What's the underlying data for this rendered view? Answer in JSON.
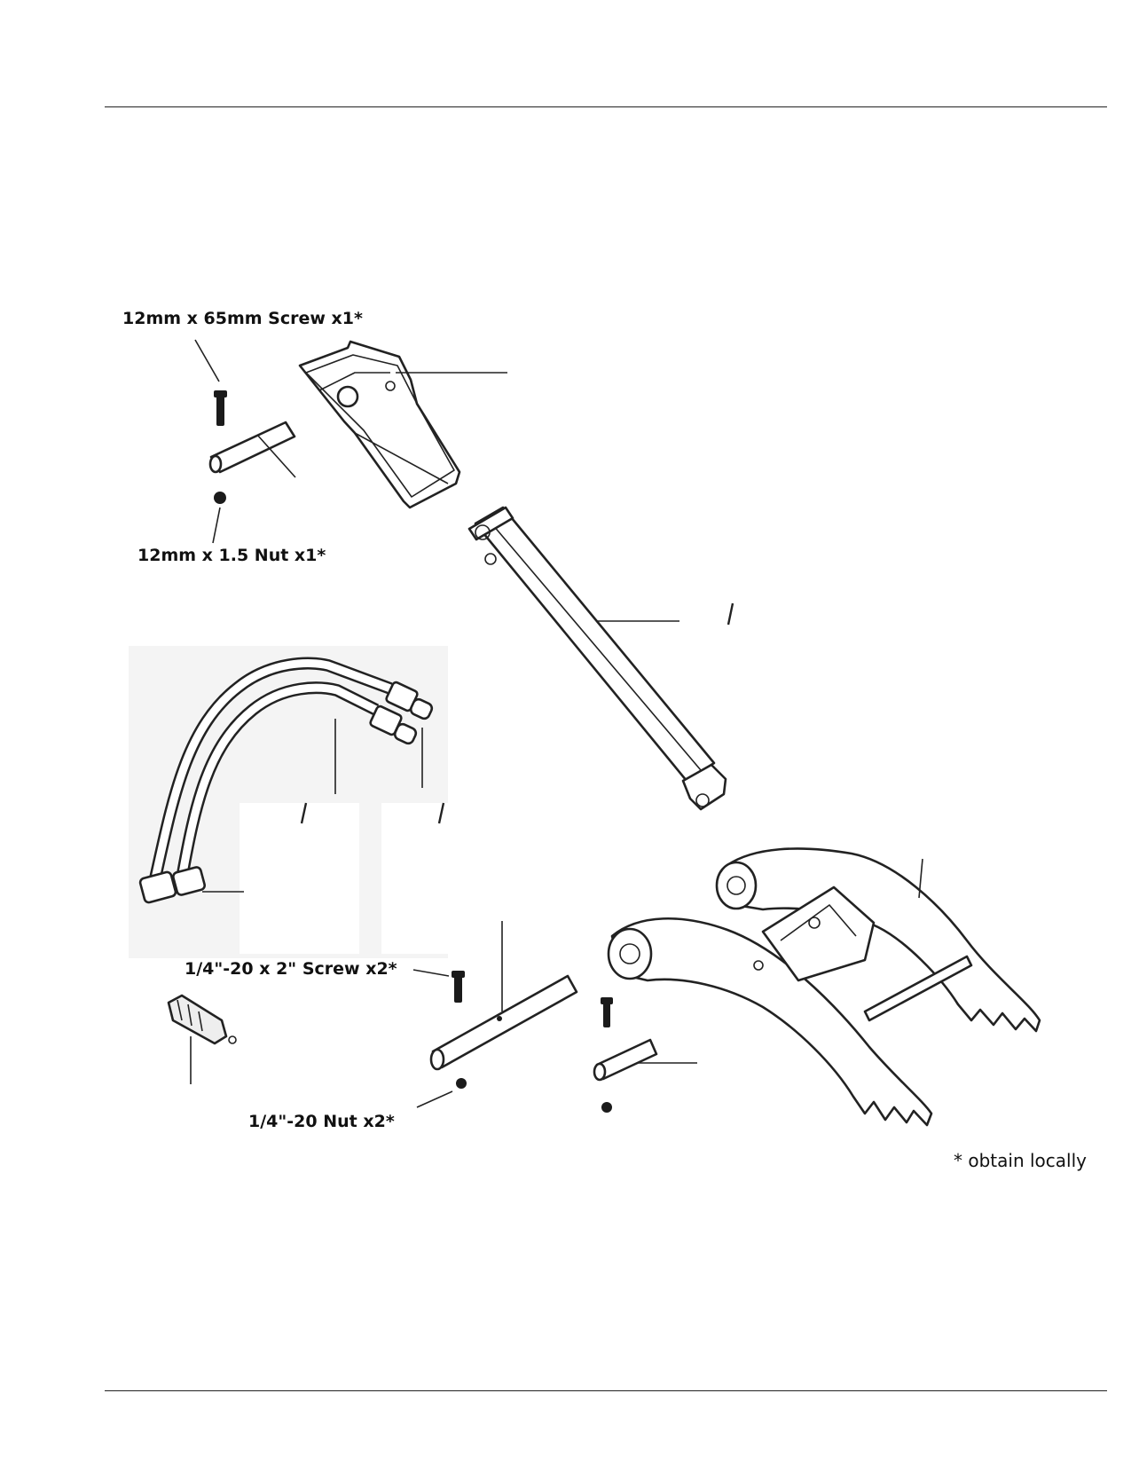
{
  "labels": {
    "screw_12mm": "12mm x 65mm Screw x1*",
    "nut_12mm": "12mm x 1.5 Nut x1*",
    "screw_quarter": "1/4\"-20 x 2\" Screw x2*",
    "nut_quarter": "1/4\"-20 Nut x2*"
  },
  "note": "* obtain locally"
}
